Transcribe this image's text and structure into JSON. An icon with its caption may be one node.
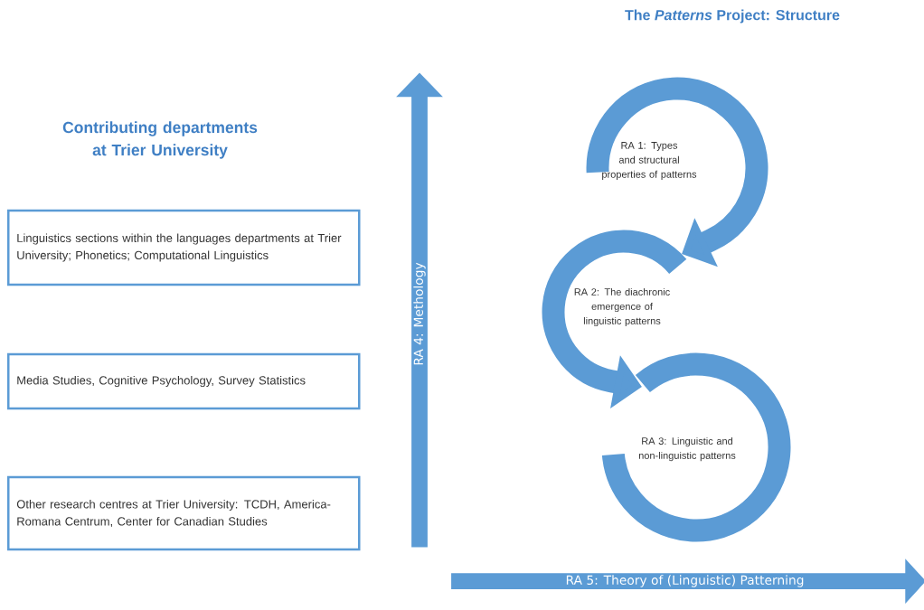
{
  "diagram": {
    "title": "The *Patterns* Project: Structure",
    "nodes": [
      {
        "text": [
          "Linguistics sections within the languages departments at Trier University; Phonetics; Computational Linguistics"
        ]
      },
      {
        "text": [
          "Media Studies, Cognitive Psychology, Survey Statistics"
        ]
      },
      {
        "text": [
          "Other research centres at Trier University: TCDH, America-Romana Centrum, Center for Canadian Studies"
        ]
      },
      {
        "text": [
          "RA 4: Methology"
        ]
      },
      {
        "text": [
          "RA 5: Theory of (Linguistic) Patterning"
        ]
      },
      {
        "text": [
          "RA 1: Types and structural properties of patterns"
        ]
      },
      {
        "text": [
          "RA 2: The diachronic emergence of linguistic patterns"
        ]
      },
      {
        "text": [
          "RA 3: Linguistic and non-linguistic patterns"
        ]
      }
    ],
    "edges": [
      {
        "from": 5,
        "to": 6,
        "arrow": "to"
      },
      {
        "from": 6,
        "to": 7,
        "arrow": "to"
      }
    ],
    "labels": [
      "Contributing departments at Trier University"
    ]
  }
}
